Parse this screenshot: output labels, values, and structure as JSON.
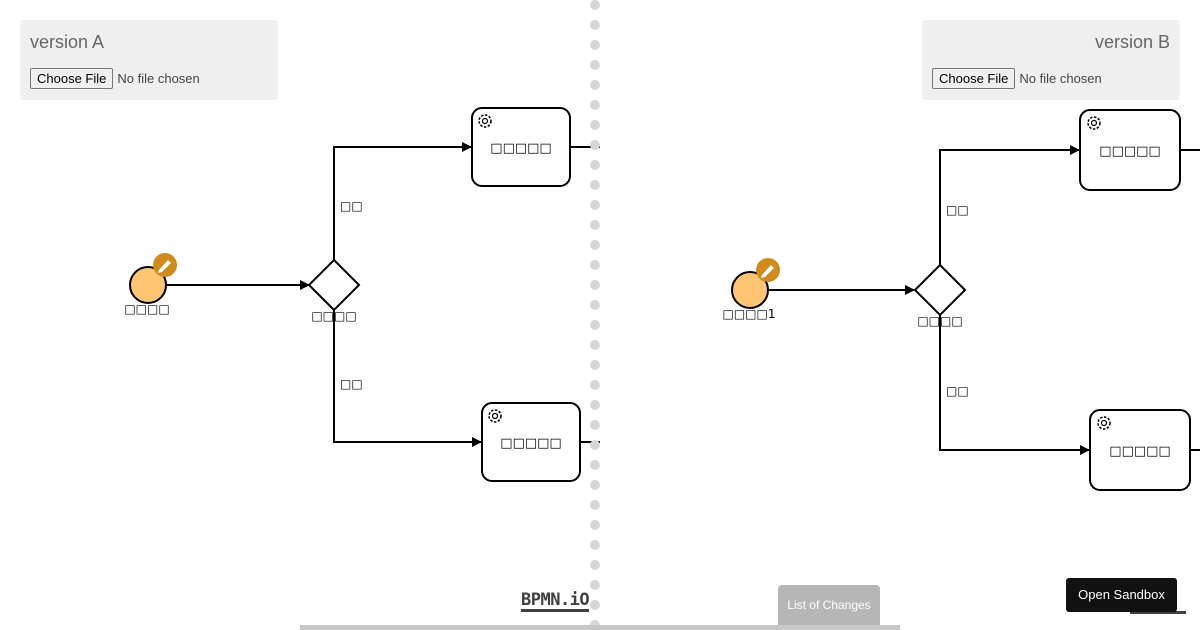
{
  "version_a": {
    "title": "version A",
    "choose_file_label": "Choose File",
    "file_status": "No file chosen",
    "diagram": {
      "start_event_label": "□□□□",
      "gateway_label": "□□□□",
      "flow_top_label": "□□",
      "flow_bottom_label": "□□",
      "task_top_label": "□□□□□",
      "task_bottom_label": "□□□□□"
    }
  },
  "version_b": {
    "title": "version B",
    "choose_file_label": "Choose File",
    "file_status": "No file chosen",
    "diagram": {
      "start_event_label": "□□□□1",
      "gateway_label": "□□□□",
      "flow_top_label": "□□",
      "flow_bottom_label": "□□",
      "task_top_label": "□□□□□",
      "task_bottom_label": "□□□□□"
    }
  },
  "branding": {
    "logo_text": "BPMN.iO"
  },
  "footer": {
    "list_of_changes_label": "List of Changes",
    "open_sandbox_label": "Open Sandbox"
  },
  "colors": {
    "changed_marker": "#d08a1e",
    "start_event_fill": "#ffc573",
    "panel_bg": "#efefef",
    "divider_dots": "#d6d6d6"
  }
}
